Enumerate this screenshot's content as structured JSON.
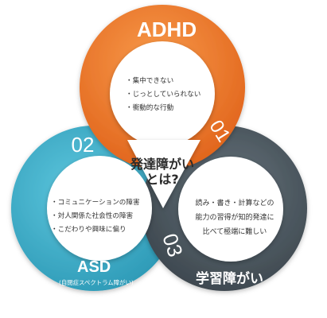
{
  "center": {
    "line1": "発達障がい",
    "line2": "とは?"
  },
  "circles": [
    {
      "title": "ADHD",
      "number": "01",
      "items": [
        "集中できない",
        "じっとしていられない",
        "衝動的な行動"
      ],
      "color": "#ef7a2a"
    },
    {
      "title": "ASD",
      "subtitle": "(自閉症スペクトラム障がい)",
      "number": "02",
      "items": [
        "コミュニケーションの障害",
        "対人関係た社会性の障害",
        "こだわりや興味に偏り"
      ],
      "color": "#3fb1cc"
    },
    {
      "title": "学習障がい",
      "number": "03",
      "lines": [
        "読み・書き・計算などの",
        "能力の習得が知的発達に",
        "比べて極端に難しい"
      ],
      "color": "#4d5a63"
    }
  ]
}
